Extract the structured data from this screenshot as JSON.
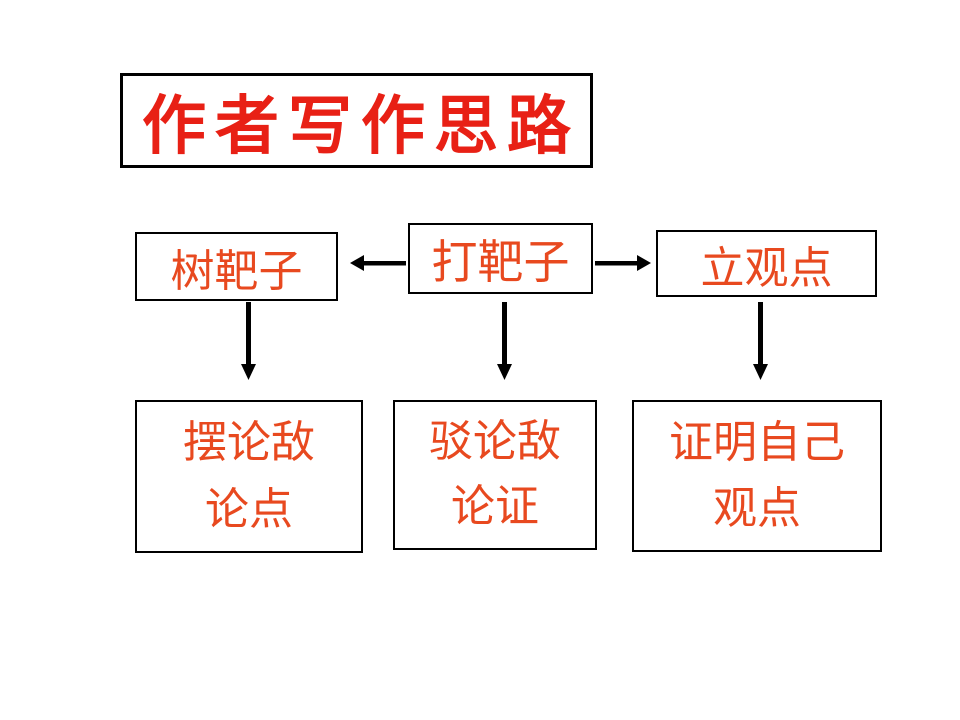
{
  "slide": {
    "background": "#ffffff",
    "colors": {
      "title_text": "#e82015",
      "box_text": "#e8491f",
      "lines": "#000000",
      "box_border": "#000000",
      "background": "#ffffff"
    },
    "title": {
      "text": "作者写作思路"
    },
    "flowchart": {
      "top_row": [
        {
          "text": "树靶子"
        },
        {
          "text": "打靶子"
        },
        {
          "text": "立观点"
        }
      ],
      "bottom_row": [
        {
          "line1": "摆论敌",
          "line2": "论点"
        },
        {
          "line1": "驳论敌",
          "line2": "论证"
        },
        {
          "line1": "证明自己",
          "line2": "观点"
        }
      ],
      "arrows": [
        {
          "from": "打靶子",
          "to": "树靶子",
          "direction": "left"
        },
        {
          "from": "打靶子",
          "to": "立观点",
          "direction": "right"
        },
        {
          "from": "树靶子",
          "to": "摆论敌论点",
          "direction": "down"
        },
        {
          "from": "打靶子",
          "to": "驳论敌论证",
          "direction": "down"
        },
        {
          "from": "立观点",
          "to": "证明自己观点",
          "direction": "down"
        }
      ]
    }
  }
}
